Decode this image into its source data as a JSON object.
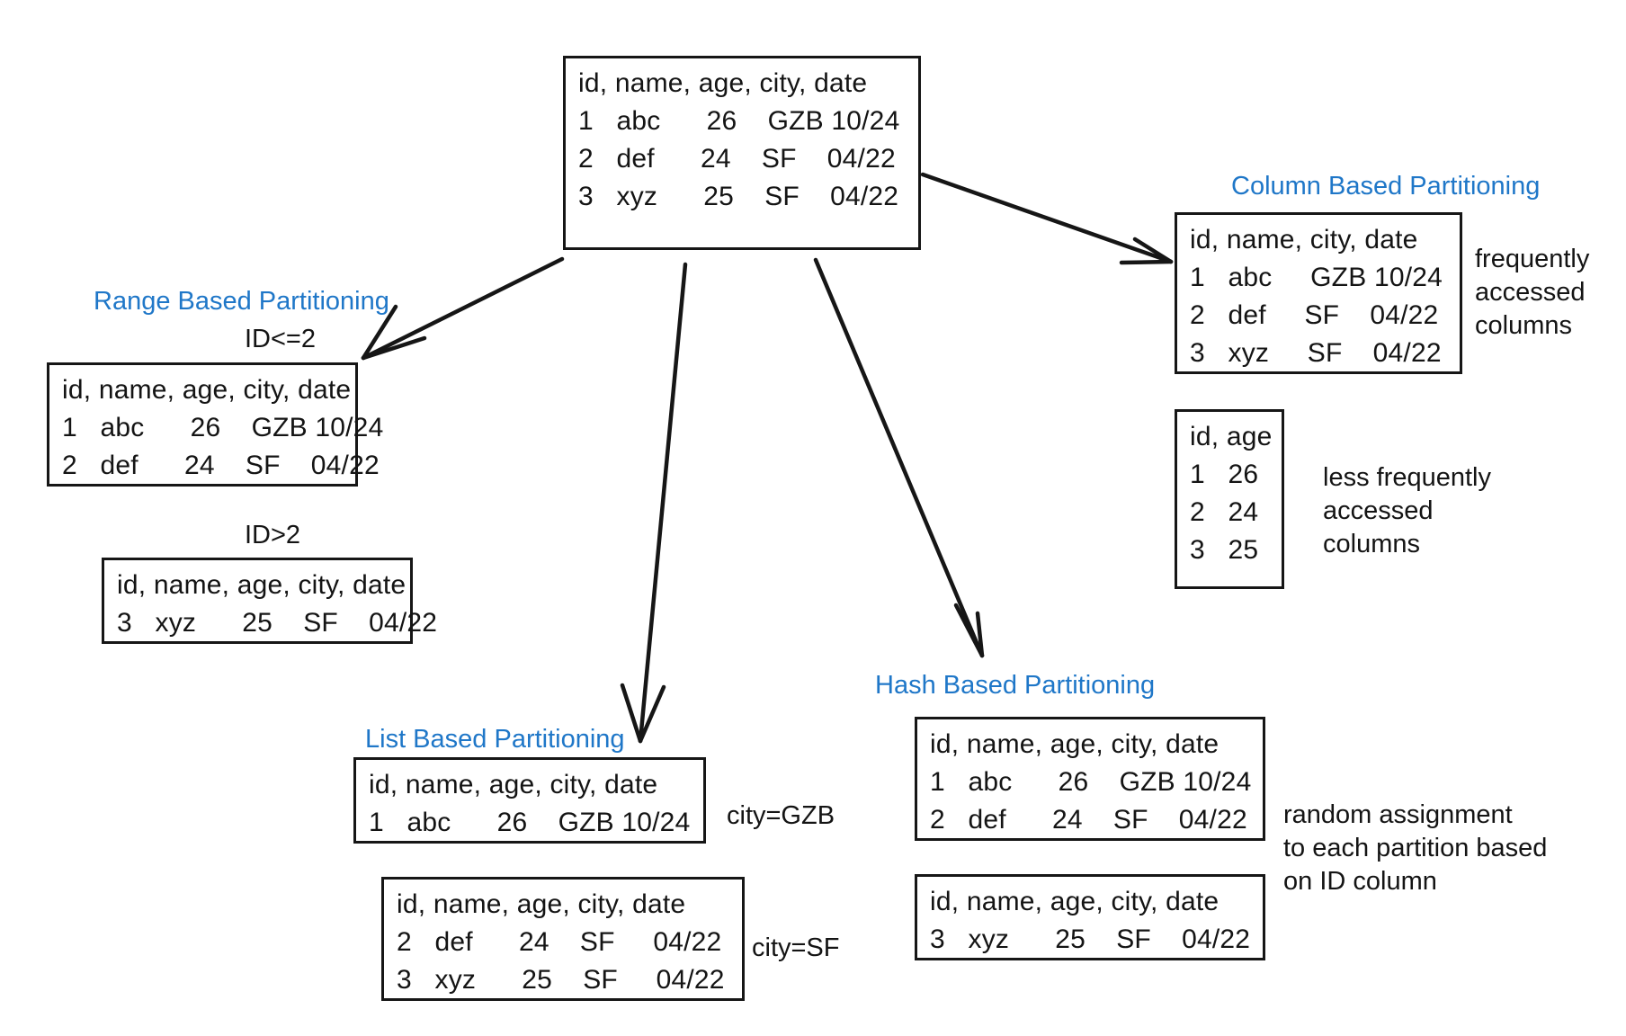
{
  "diagram": {
    "title_color": "#1f77c8",
    "line_color": "#161616"
  },
  "source_table": {
    "name": "source-table",
    "rows": [
      "id, name, age, city, date",
      "1   abc      26    GZB 10/24",
      "2   def      24    SF    04/22",
      "3   xyz      25    SF    04/22"
    ]
  },
  "range": {
    "heading": "Range Based Partitioning",
    "condition_1": "ID<=2",
    "condition_2": "ID>2",
    "table_1": [
      "id, name, age, city, date",
      "1   abc      26    GZB 10/24",
      "2   def      24    SF    04/22"
    ],
    "table_2": [
      "id, name, age, city, date",
      "3   xyz      25    SF    04/22"
    ]
  },
  "column": {
    "heading": "Column Based Partitioning",
    "table_1": [
      "id, name, city, date",
      "1   abc     GZB 10/24",
      "2   def     SF    04/22",
      "3   xyz     SF    04/22"
    ],
    "note_1": "frequently\naccessed\ncolumns",
    "table_2": [
      "id, age",
      "1   26",
      "2   24",
      "3   25"
    ],
    "note_2": "less frequently\naccessed\ncolumns"
  },
  "list": {
    "heading": "List Based Partitioning",
    "table_1": [
      "id, name, age, city, date",
      "1   abc      26    GZB 10/24"
    ],
    "label_1": "city=GZB",
    "table_2": [
      "id, name, age, city, date",
      "2   def      24    SF     04/22",
      "3   xyz      25    SF     04/22"
    ],
    "label_2": "city=SF"
  },
  "hash": {
    "heading": "Hash Based Partitioning",
    "table_1": [
      "id, name, age, city, date",
      "1   abc      26    GZB 10/24",
      "2   def      24    SF    04/22"
    ],
    "table_2": [
      "id, name, age, city, date",
      "3   xyz      25    SF    04/22"
    ],
    "note": "random assignment\nto each partition based\non ID column"
  }
}
